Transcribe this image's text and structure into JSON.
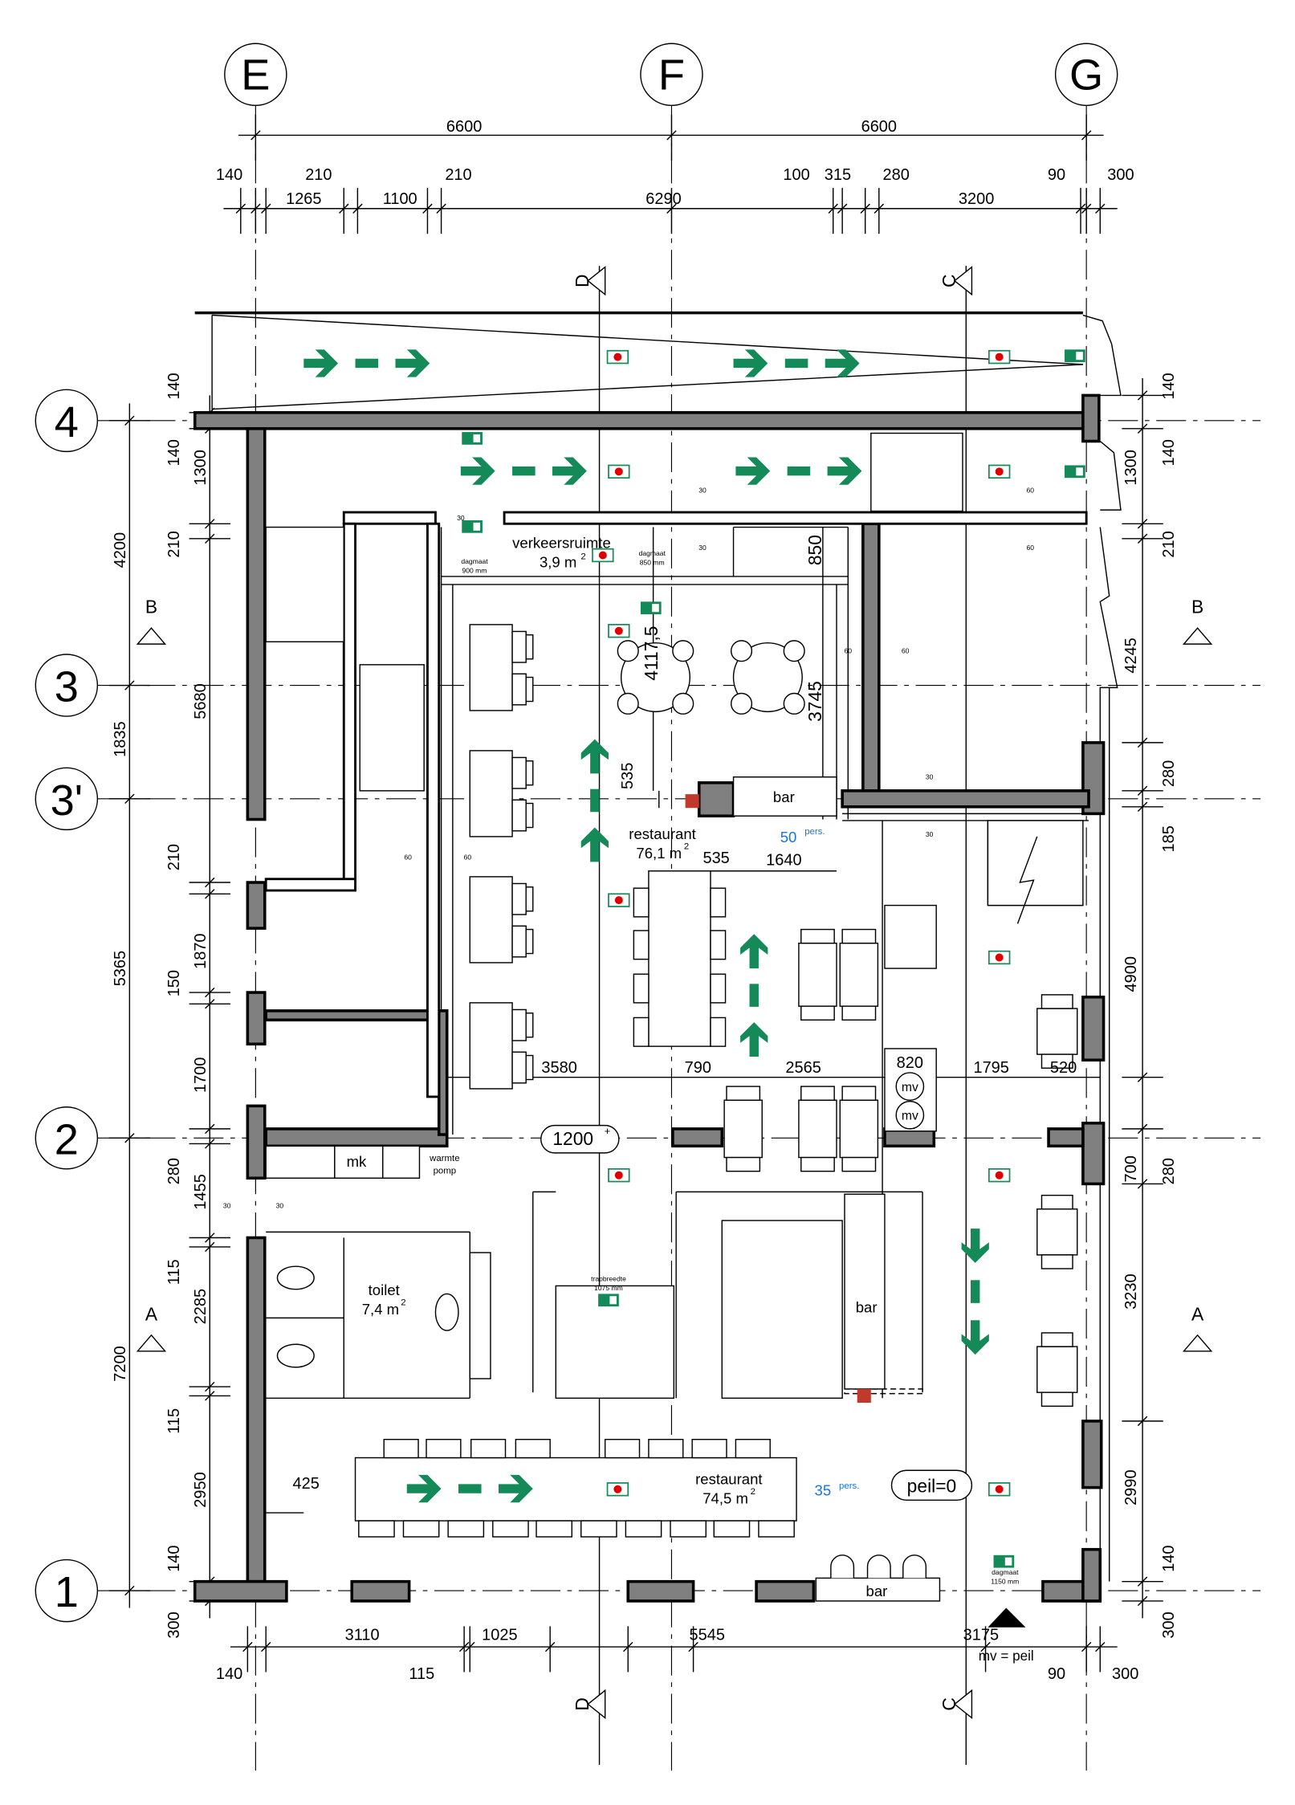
{
  "grid": {
    "columns": [
      "E",
      "F",
      "G"
    ],
    "rows": [
      "4",
      "3",
      "3'",
      "2",
      "1"
    ]
  },
  "sections": {
    "top": [
      "D",
      "C"
    ],
    "bottom": [
      "D",
      "C"
    ],
    "left": [
      "B",
      "A"
    ],
    "right": [
      "B",
      "A"
    ]
  },
  "dims": {
    "top_axis": [
      "6600",
      "6600"
    ],
    "top_upper": [
      "140",
      "210",
      "210",
      "100",
      "315",
      "280",
      "90",
      "300"
    ],
    "top_lower": [
      "1265",
      "1100",
      "6290",
      "3200"
    ],
    "left_outer": [
      "4200",
      "1835",
      "5365",
      "7200"
    ],
    "left_inner": [
      "140",
      "140",
      "1300",
      "210",
      "5680",
      "210",
      "1870",
      "150",
      "1700",
      "280",
      "1455",
      "115",
      "2285",
      "115",
      "2950",
      "140",
      "300"
    ],
    "right": [
      "140",
      "140",
      "1300",
      "210",
      "4245",
      "280",
      "185",
      "4900",
      "700",
      "280",
      "3230",
      "2990",
      "140",
      "300"
    ],
    "bottom": [
      "140",
      "3110",
      "115",
      "1025",
      "5545",
      "3175",
      "90",
      "300"
    ],
    "interior": [
      "4117,5",
      "850",
      "3745",
      "535",
      "535",
      "1640",
      "3580",
      "790",
      "2565",
      "820",
      "1795",
      "520",
      "425"
    ],
    "clearances": [
      "30",
      "30",
      "30",
      "60",
      "60",
      "60",
      "60",
      "30",
      "30",
      "60",
      "60",
      "30",
      "30"
    ]
  },
  "rooms": [
    {
      "name": "verkeersruimte",
      "area": "3,9 m",
      "sup": "2"
    },
    {
      "name": "restaurant",
      "area": "76,1 m",
      "sup": "2",
      "capacity": "50",
      "capacity_unit": "pers."
    },
    {
      "name": "toilet",
      "area": "7,4 m",
      "sup": "2"
    },
    {
      "name": "restaurant",
      "area": "74,5 m",
      "sup": "2",
      "capacity": "35",
      "capacity_unit": "pers."
    }
  ],
  "labels": {
    "bar": [
      "bar",
      "bar",
      "bar"
    ],
    "mk": "mk",
    "warmte_pomp": [
      "warmte",
      "pomp"
    ],
    "mv": [
      "mv",
      "mv"
    ],
    "level_upper": "1200",
    "level_upper_sup": "+",
    "level_ground": "peil=0",
    "ground_level": "mv = peil",
    "dagmaat": [
      [
        "dagmaat",
        "900 mm"
      ],
      [
        "dagmaat",
        "850 mm"
      ],
      [
        "dagmaat",
        "1150 mm"
      ]
    ],
    "trapbreedte": [
      "trapbreedte",
      "1075 mm"
    ]
  },
  "colors": {
    "wall": "#808080",
    "escape_green": "#138a57",
    "extinguisher_red": "#e00000",
    "hose_reel_red": "#c0392b",
    "capacity_blue": "#1a73e8"
  }
}
